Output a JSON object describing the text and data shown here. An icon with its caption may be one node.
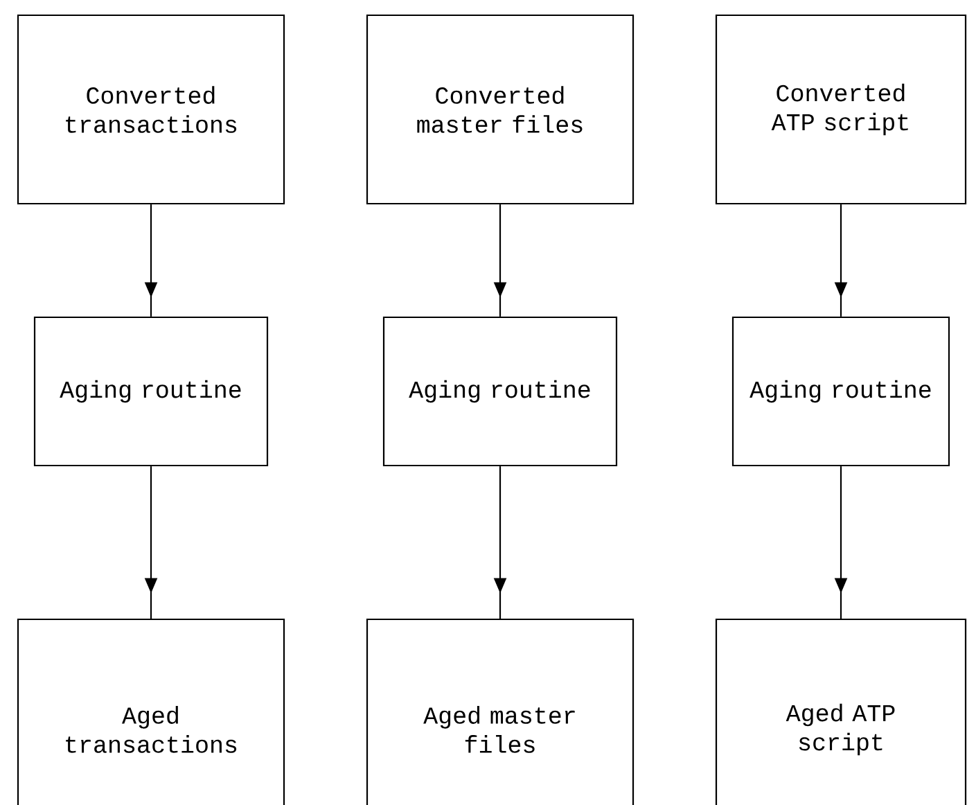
{
  "diagram": {
    "nodes": [
      {
        "text": [
          "Converted transactions"
        ]
      },
      {
        "text": [
          "Converted master files"
        ]
      },
      {
        "text": [
          "Converted ATP script"
        ]
      },
      {
        "text": [
          "Aging routine"
        ]
      },
      {
        "text": [
          "Aging routine"
        ]
      },
      {
        "text": [
          "Aging routine"
        ]
      },
      {
        "text": [
          "Aged transactions"
        ]
      },
      {
        "text": [
          "Aged master files"
        ]
      },
      {
        "text": [
          "Aged ATP script"
        ]
      }
    ],
    "edges": [
      {
        "from": 0,
        "to": 3,
        "arrow": "to"
      },
      {
        "from": 3,
        "to": 6,
        "arrow": "to"
      },
      {
        "from": 1,
        "to": 4,
        "arrow": "to"
      },
      {
        "from": 4,
        "to": 7,
        "arrow": "to"
      },
      {
        "from": 2,
        "to": 5,
        "arrow": "to"
      },
      {
        "from": 5,
        "to": 8,
        "arrow": "to"
      }
    ]
  }
}
